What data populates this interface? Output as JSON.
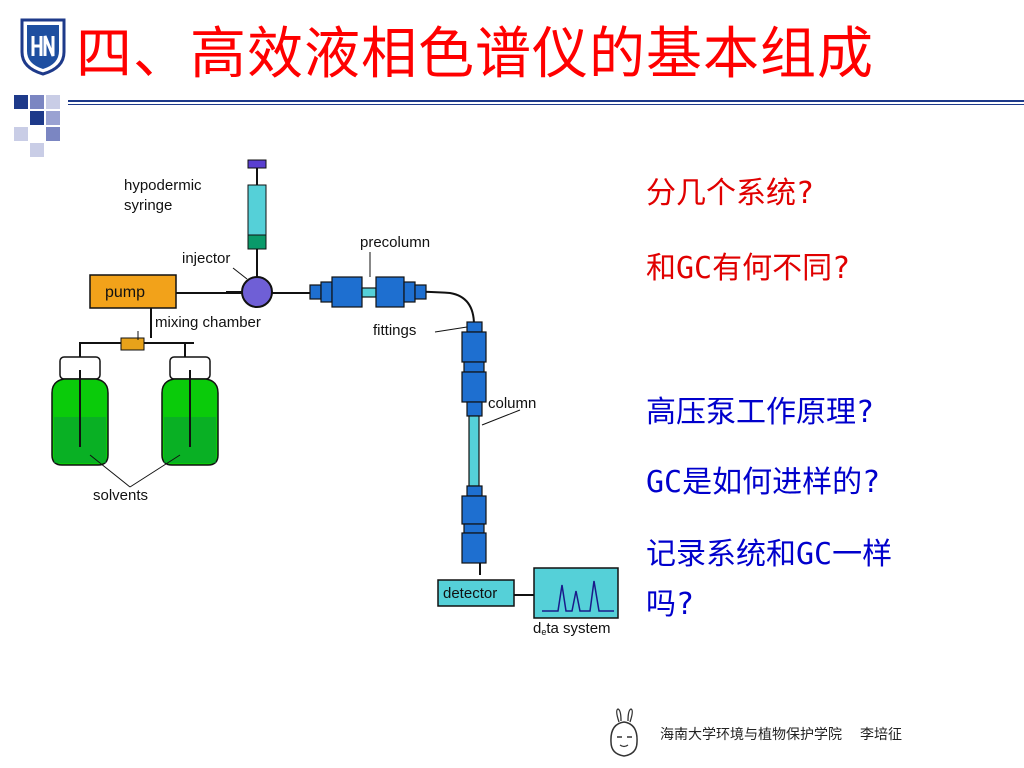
{
  "slide": {
    "title": "四、高效液相色谱仪的基本组成"
  },
  "diagram": {
    "labels": {
      "hypodermic": "hypodermic",
      "syringe": "syringe",
      "injector": "injector",
      "precolumn": "precolumn",
      "pump": "pump",
      "mixing_chamber": "mixing chamber",
      "fittings": "fittings",
      "column": "column",
      "solvents": "solvents",
      "detector": "detector",
      "data_system_d": "d",
      "data_system_e": "e",
      "data_system_rest": "ta system"
    },
    "colors": {
      "pump_fill": "#f2a21a",
      "injector_fill": "#6f5fd6",
      "tube_fill": "#55d0d8",
      "fitting_fill": "#1e6fd0",
      "solvent_fill": "#0acb0a",
      "mixing_fill": "#e8a21a"
    }
  },
  "questions": [
    {
      "text": "分几个系统?",
      "color": "red"
    },
    {
      "text": "和GC有何不同?",
      "color": "red"
    },
    {
      "text": "高压泵工作原理?",
      "color": "blue"
    },
    {
      "text": "GC是如何进样的?",
      "color": "blue"
    },
    {
      "text": "记录系统和GC一样",
      "color": "blue"
    },
    {
      "text": "吗?",
      "color": "blue"
    }
  ],
  "footer": {
    "institution": "海南大学环境与植物保护学院",
    "author": "李培征"
  }
}
